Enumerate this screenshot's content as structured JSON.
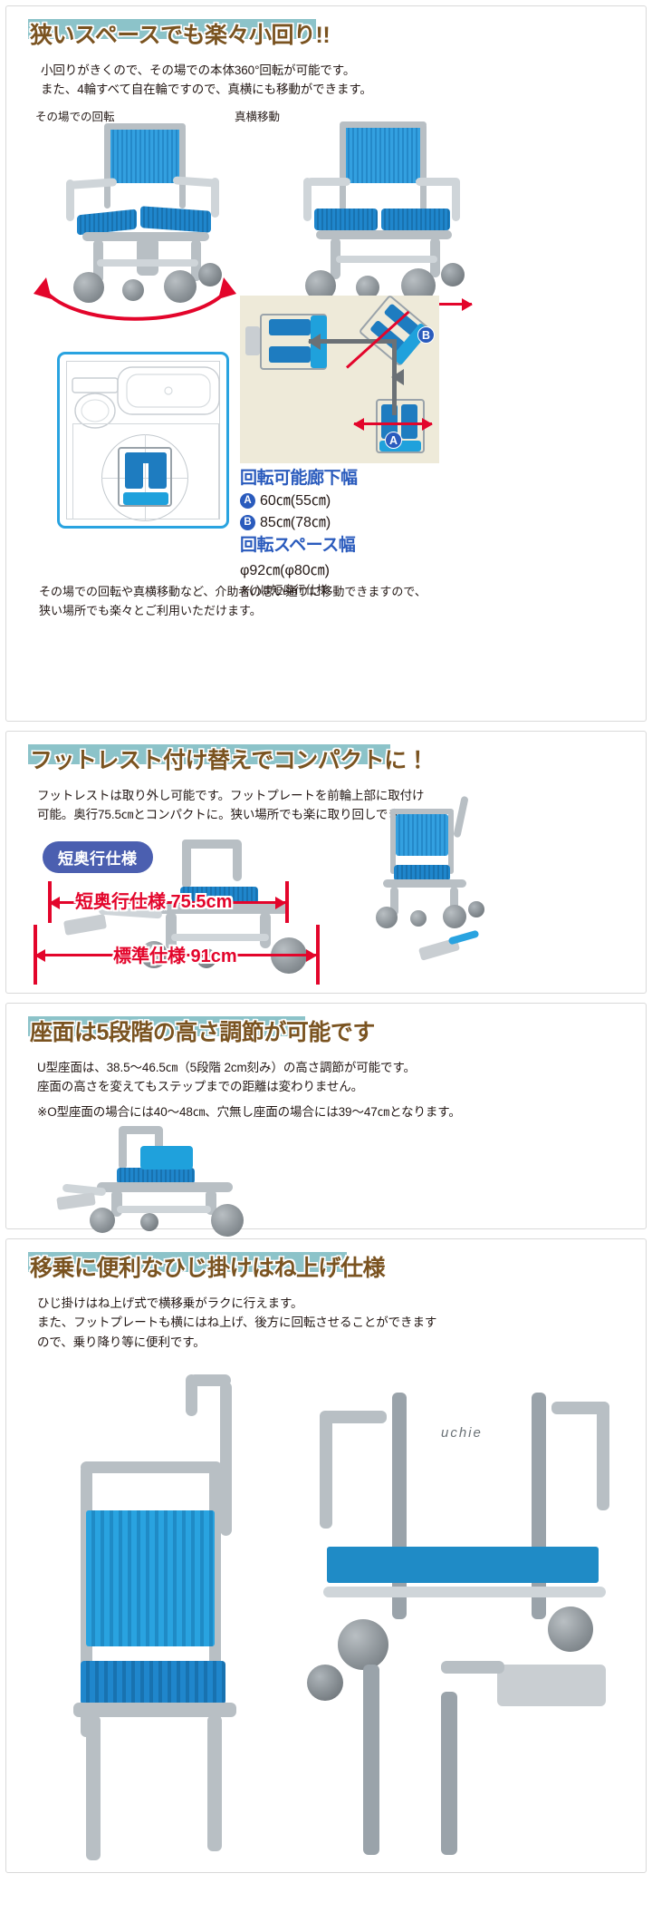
{
  "sections": [
    {
      "id": "turning",
      "heading": "狭いスペースでも楽々小回り!!",
      "lead_line1": "小回りがきくので、その場での本体360°回転が可能です。",
      "lead_line2": "また、4輪すべて自在輪ですので、真横にも移動ができます。",
      "caption_left": "その場での回転",
      "caption_right": "真横移動",
      "spec": {
        "title1": "回転可能廊下幅",
        "row_a_badge": "A",
        "row_a_value": "60㎝(55㎝)",
        "row_b_badge": "B",
        "row_b_value": "85㎝(78㎝)",
        "title2": "回転スペース幅",
        "phi_value": "φ92㎝(φ80㎝)",
        "footnote": "※(  )は短奥行仕様"
      },
      "badge_a": "A",
      "badge_b": "B",
      "closing_line1": "その場での回転や真横移動など、介助者の思い通りに移動できますので、",
      "closing_line2": "狭い場所でも楽々とご利用いただけます。"
    },
    {
      "id": "footrest",
      "heading": "フットレスト付け替えでコンパクトに！",
      "lead_line1": "フットレストは取り外し可能です。フットプレートを前輪上部に取付け",
      "lead_line2": "可能。奥行75.5㎝とコンパクトに。狭い場所でも楽に取り回しできます。",
      "pill_label": "短奥行仕様",
      "measure_short": "短奥行仕様 75.5cm",
      "measure_standard": "標準仕様 91cm"
    },
    {
      "id": "seatheight",
      "heading": "座面は5段階の高さ調節が可能です",
      "lead_line1": "U型座面は、38.5〜46.5㎝（5段階 2cm刻み）の高さ調節が可能です。",
      "lead_line2": "座面の高さを変えてもステップまでの距離は変わりません。",
      "lead_line3": "※O型座面の場合には40〜48㎝、穴無し座面の場合には39〜47㎝となります。"
    },
    {
      "id": "armrest",
      "heading": "移乗に便利なひじ掛けはね上げ仕様",
      "lead_line1": "ひじ掛けはね上げ式で横移乗がラクに行えます。",
      "lead_line2": "また、フットプレートも横にはね上げ、後方に回転させることができます",
      "lead_line3": "ので、乗り降り等に便利です。",
      "brand_mark": "uchie"
    }
  ],
  "colors": {
    "heading_text": "#7a5320",
    "heading_highlight": "#8cc3c9",
    "accent_red": "#e3052b",
    "accent_blue": "#2a5bbd",
    "pill_blue": "#4b5fb0",
    "chair_blue": "#1c7fc4",
    "frame_gray": "#b8bfc4"
  }
}
